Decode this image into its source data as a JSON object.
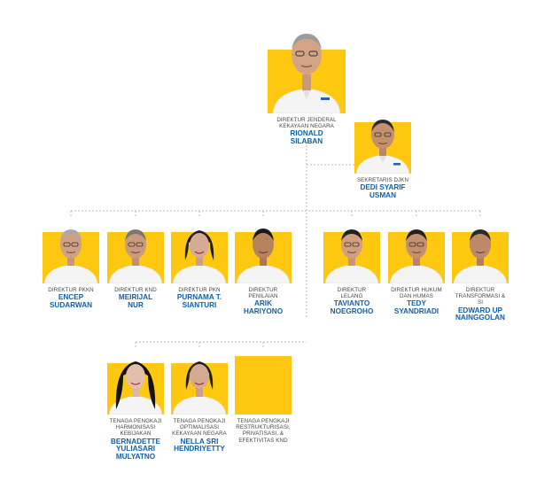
{
  "colors": {
    "accent": "#fdc80f",
    "name_text": "#1160a8",
    "role_text": "#444444",
    "connector": "#b8b8b8"
  },
  "director_general": {
    "role": "DIREKTUR JENDERAL\nKEKAYAAN NEGARA",
    "name": "RIONALD\nSILABAN"
  },
  "secretary": {
    "role": "SEKRETARIS DJKN",
    "name": "DEDI SYARIF\nUSMAN"
  },
  "directors": [
    {
      "role": "DIREKTUR PKKN",
      "name": "ENCEP\nSUDARWAN"
    },
    {
      "role": "DIREKTUR KND",
      "name": "MEIRIJAL\nNUR"
    },
    {
      "role": "DIREKTUR PKN",
      "name": "PURNAMA T.\nSIANTURI"
    },
    {
      "role": "DIREKTUR\nPENILAIAN",
      "name": "ARIK\nHARIYONO"
    },
    {
      "role": "DIREKTUR\nLELANG",
      "name": "TAVIANTO\nNOEGROHO"
    },
    {
      "role": "DIREKTUR HUKUM\nDAN HUMAS",
      "name": "TEDY\nSYANDRIADI"
    },
    {
      "role": "DIREKTUR\nTRANSFORMASI & SI",
      "name": "EDWARD UP\nNAINGGOLAN"
    }
  ],
  "experts": [
    {
      "role": "TENAGA PENGKAJI\nHARMONISASI\nKEBIJAKAN",
      "name": "BERNADETTE\nYULIASARI\nMULYATNO"
    },
    {
      "role": "TENAGA PENGKAJI\nOPTIMALISASI\nKEKAYAAN NEGARA",
      "name": "NELLA SRI\nHENDRIYETTY"
    },
    {
      "role": "TENAGA PENGKAJI\nRESTRUKTURISASI,\nPRIVATISASI, &\nEFEKTIVITAS KND",
      "name": ""
    }
  ]
}
